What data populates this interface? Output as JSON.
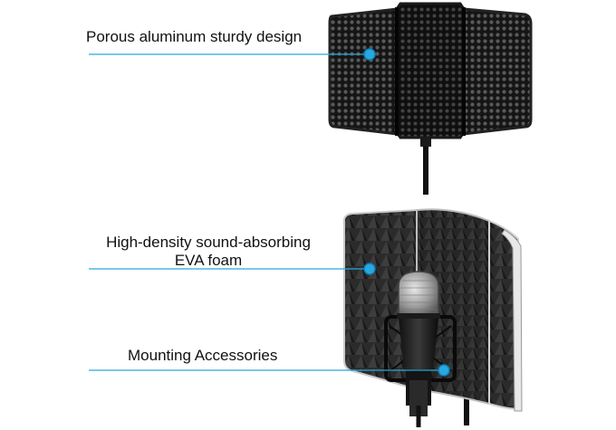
{
  "callouts": [
    {
      "text": "Porous aluminum sturdy design"
    },
    {
      "line1": "High-density sound-absorbing",
      "line2": "EVA foam"
    },
    {
      "text": "Mounting Accessories"
    }
  ],
  "colors": {
    "accent": "#29a8e0",
    "accent_dark": "#0d7fb8",
    "metal_dark": "#1b1b1b",
    "foam": "#2a2a2a",
    "background": "#ffffff"
  },
  "icons": [
    "callout-dot-icon"
  ]
}
